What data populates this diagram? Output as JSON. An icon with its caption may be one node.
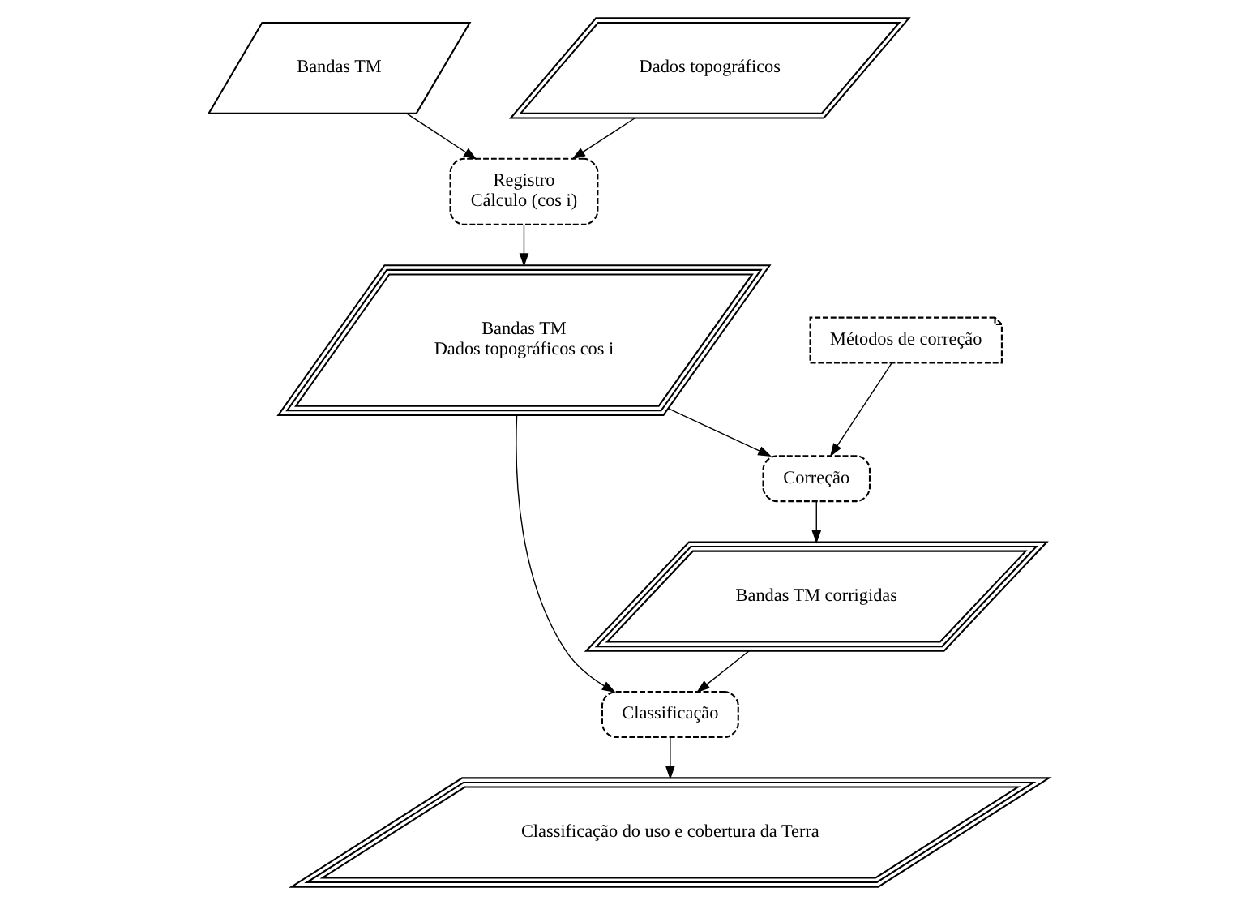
{
  "diagram": {
    "nodes": [
      {
        "text": [
          "Bandas TM"
        ]
      },
      {
        "text": [
          "Dados topográficos"
        ]
      },
      {
        "text": [
          "Registro",
          "Cálculo (cos i)"
        ]
      },
      {
        "text": [
          "Bandas TM",
          "Dados topográficos cos i"
        ]
      },
      {
        "text": [
          "Classificação"
        ]
      },
      {
        "text": [
          "Correção"
        ]
      },
      {
        "text": [
          "Classificação do uso e cobertura da Terra"
        ]
      },
      {
        "text": [
          "Bandas TM corrigidas"
        ]
      },
      {
        "text": [
          "Métodos de correção"
        ]
      }
    ],
    "edges": [
      {
        "from": 0,
        "to": 2,
        "arrow": "to"
      },
      {
        "from": 1,
        "to": 2,
        "arrow": "to"
      },
      {
        "from": 2,
        "to": 3,
        "arrow": "to"
      },
      {
        "from": 3,
        "to": 4,
        "arrow": "to"
      },
      {
        "from": 3,
        "to": 5,
        "arrow": "to"
      },
      {
        "from": 5,
        "to": 7,
        "arrow": "to"
      },
      {
        "from": 7,
        "to": 4,
        "arrow": "to"
      },
      {
        "from": 4,
        "to": 6,
        "arrow": "to"
      },
      {
        "from": 8,
        "to": 5,
        "arrow": "to"
      }
    ]
  }
}
